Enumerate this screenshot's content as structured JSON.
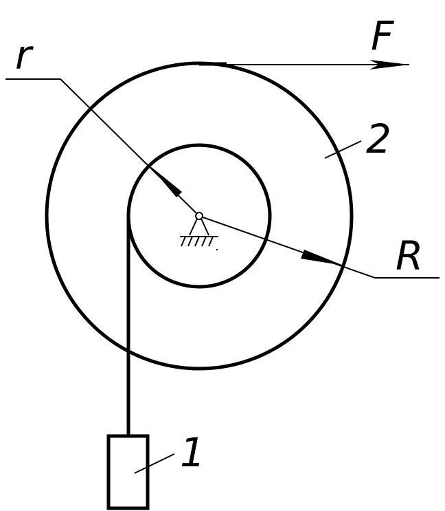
{
  "labels": {
    "force": "F",
    "inner_radius": "r",
    "outer_radius": "R",
    "pulley": "2",
    "load": "1"
  },
  "colors": {
    "stroke": "#000000",
    "background": "#ffffff"
  }
}
